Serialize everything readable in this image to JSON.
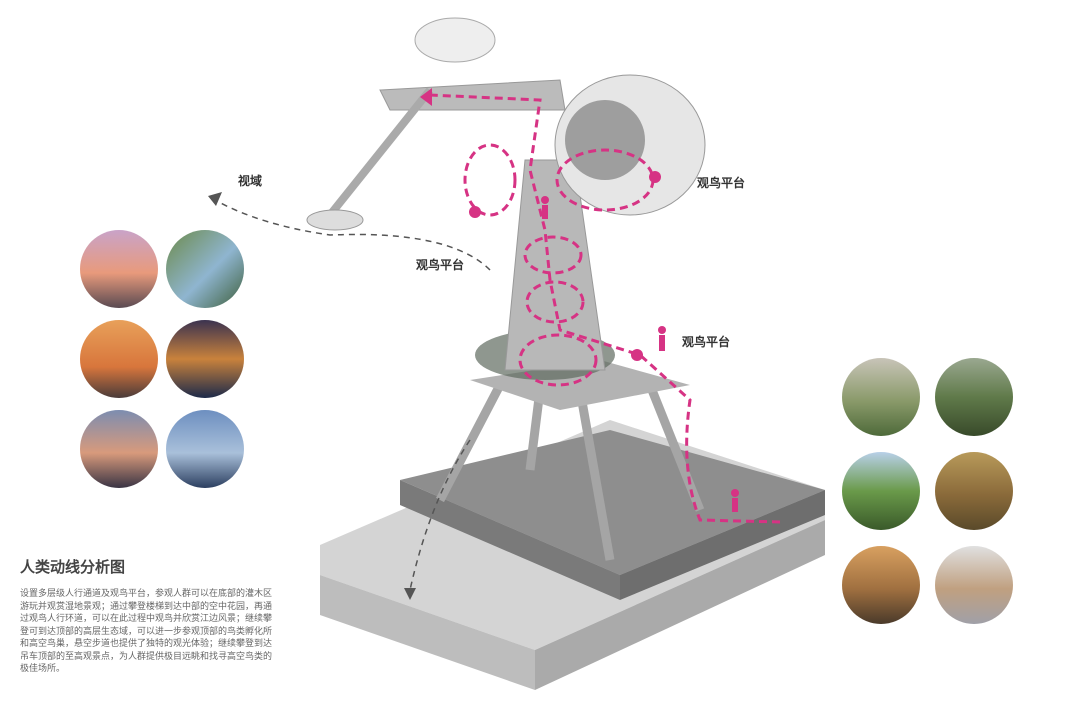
{
  "labels": {
    "view_field": "视域",
    "platform_top": "观鸟平台",
    "platform_mid": "观鸟平台",
    "platform_low": "观鸟平台"
  },
  "section_title": "人类动线分析图",
  "description_lines": [
    "设置多层级人行通道及观鸟平台，参观人群可以在底部的灌木区",
    "游玩并观赏湿地景观；通过攀登楼梯到达中部的空中花园，再通",
    "过观鸟人行环道，可以在此过程中观鸟并欣赏江边风景；继续攀",
    "登可到达顶部的高层生态域，可以进一步参观顶部的鸟类孵化所",
    "和高空鸟巢，悬空步道也提供了独特的观光体验；继续攀登到达",
    "吊车顶部的至高观景点，为人群提供极目远眺和找寻高空鸟类的",
    "极佳场所。"
  ],
  "colors": {
    "route": "#d63384",
    "structure": "#9a9a9a",
    "base": "#c8c8c8"
  }
}
